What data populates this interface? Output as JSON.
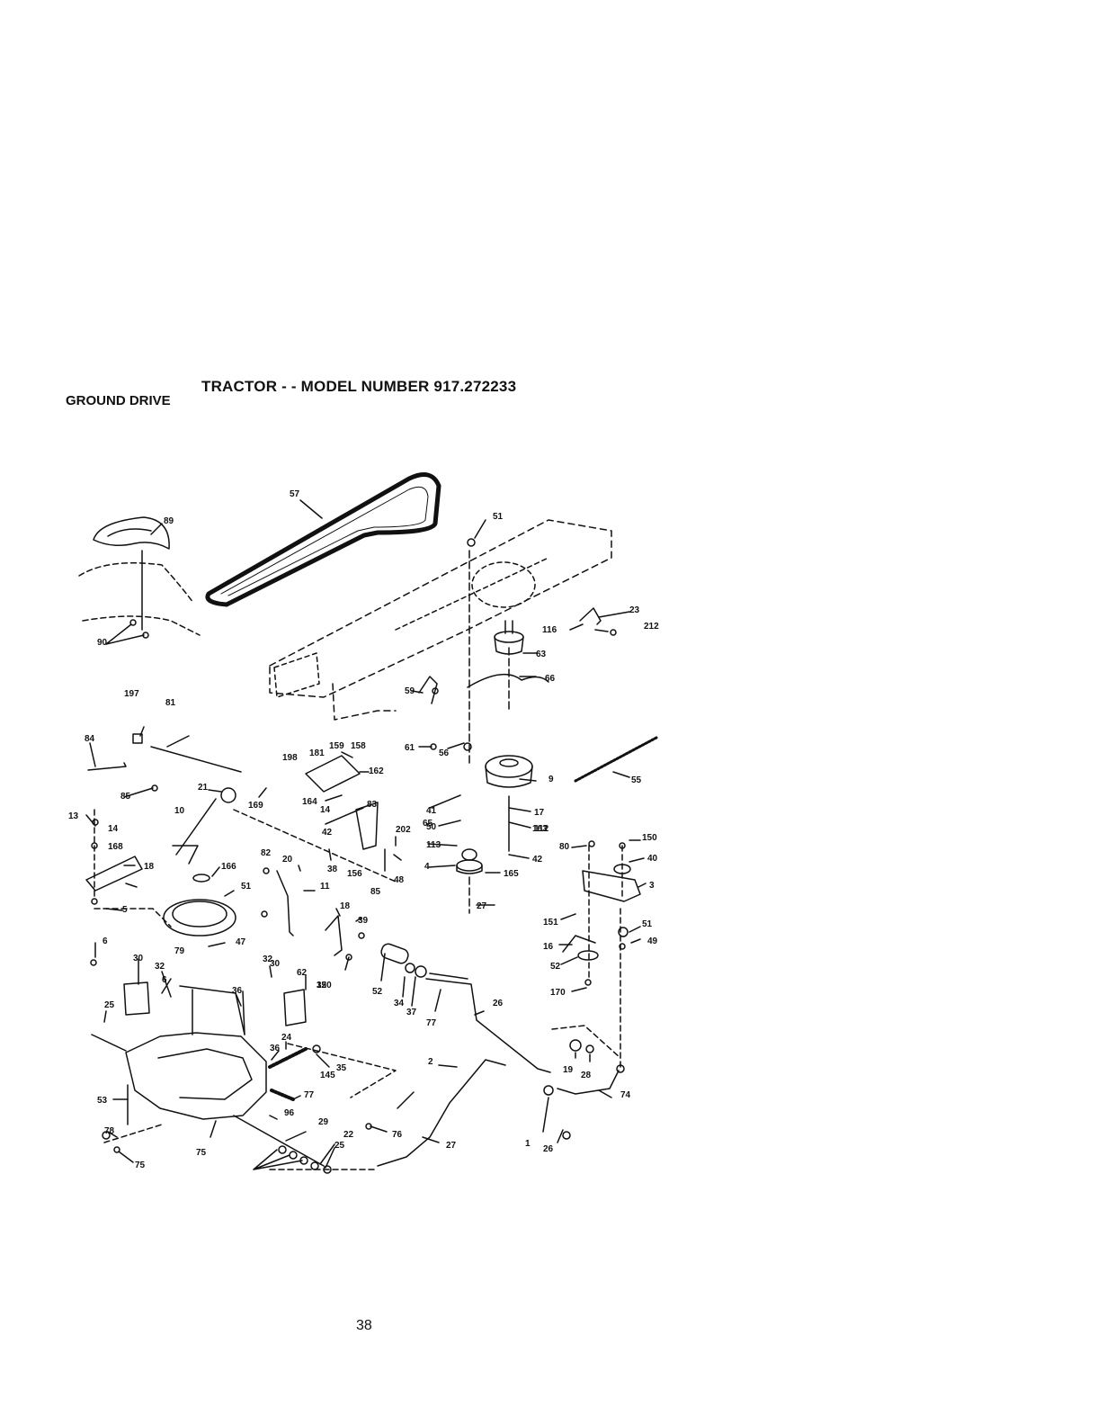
{
  "header": {
    "title": "TRACTOR - - MODEL NUMBER 917.272233",
    "section": "GROUND DRIVE"
  },
  "footer": {
    "page_number": "38"
  },
  "diagram": {
    "callouts": [
      "89",
      "57",
      "51",
      "23",
      "212",
      "116",
      "90",
      "63",
      "197",
      "81",
      "66",
      "59",
      "84",
      "61",
      "56",
      "159",
      "158",
      "198",
      "181",
      "162",
      "9",
      "55",
      "85",
      "21",
      "169",
      "164",
      "83",
      "13",
      "10",
      "14",
      "17",
      "41",
      "14",
      "112",
      "65",
      "163",
      "168",
      "42",
      "202",
      "50",
      "150",
      "80",
      "40",
      "18",
      "113",
      "82",
      "20",
      "38",
      "42",
      "4",
      "165",
      "166",
      "156",
      "48",
      "85",
      "3",
      "51",
      "11",
      "5",
      "18",
      "39",
      "27",
      "151",
      "51",
      "49",
      "16",
      "6",
      "79",
      "47",
      "52",
      "30",
      "32",
      "6",
      "32",
      "30",
      "62",
      "120",
      "52",
      "170",
      "35",
      "36",
      "34",
      "37",
      "77",
      "26",
      "25",
      "24",
      "36",
      "35",
      "19",
      "28",
      "145",
      "2",
      "53",
      "77",
      "74",
      "96",
      "29",
      "78",
      "76",
      "22",
      "25",
      "27",
      "1",
      "26",
      "75",
      "75"
    ]
  }
}
